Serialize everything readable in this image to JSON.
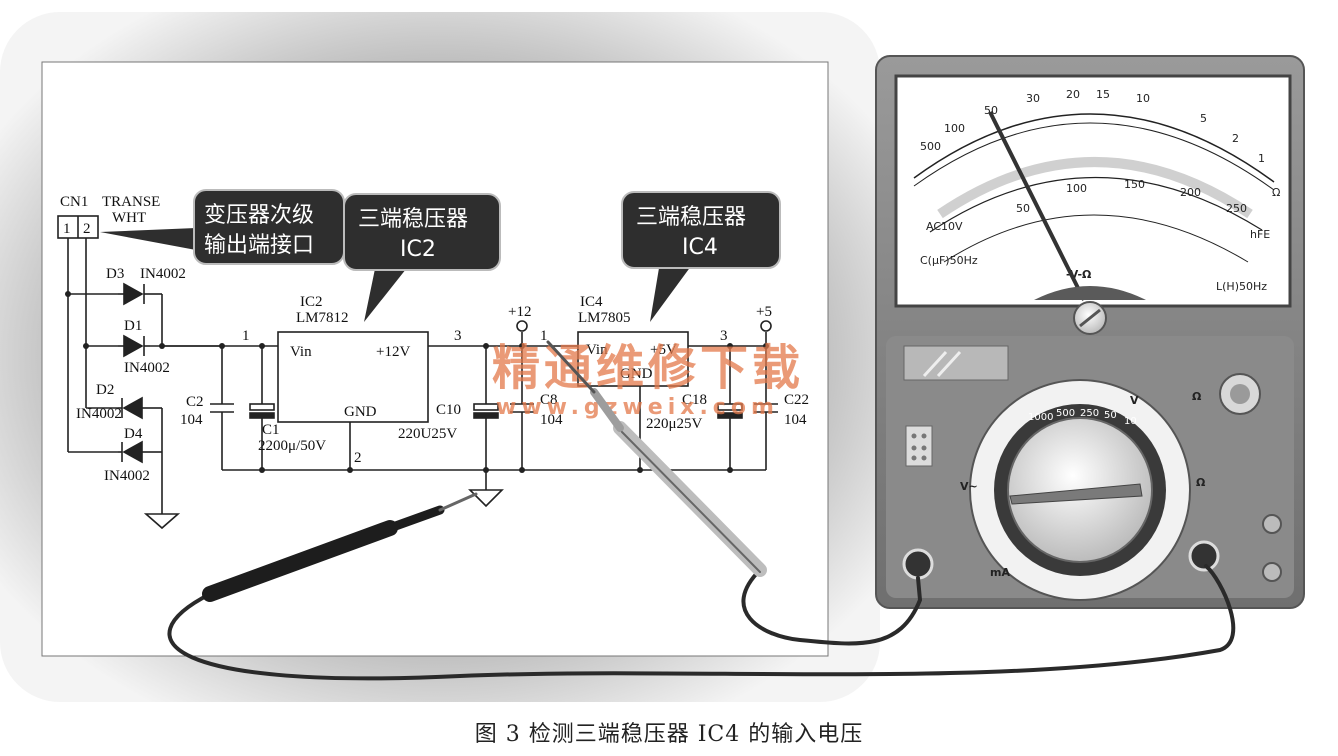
{
  "caption": "图 3 检测三端稳压器 IC4 的输入电压",
  "callouts": {
    "transformer_line1": "变压器次级",
    "transformer_line2": "输出端接口",
    "ic2_line1": "三端稳压器",
    "ic2_line2": "IC2",
    "ic4_line1": "三端稳压器",
    "ic4_line2": "IC4"
  },
  "watermark": {
    "title": "精通维修下载",
    "url": "www.gzweix.com"
  },
  "schematic": {
    "connector": "CN1",
    "connector_name": "TRANSE",
    "connector_sub": "WHT",
    "pin1": "1",
    "pin2": "2",
    "diodes": [
      {
        "ref": "D3",
        "part": "IN4002"
      },
      {
        "ref": "D1",
        "part": "IN4002"
      },
      {
        "ref": "D2",
        "part": "IN4002"
      },
      {
        "ref": "D4",
        "part": "IN4002"
      }
    ],
    "ic2": {
      "ref": "IC2",
      "part": "LM7812",
      "vin": "Vin",
      "out": "+12V",
      "gnd": "GND",
      "pin1": "1",
      "pin3": "3",
      "pin2": "2"
    },
    "ic4": {
      "ref": "IC4",
      "part": "LM7805",
      "vin": "Vin",
      "out": "+5V",
      "gnd": "GND",
      "pin1": "1",
      "pin3": "3"
    },
    "c2": {
      "ref": "C2",
      "value": "104"
    },
    "c1": {
      "ref": "C1",
      "value": "2200μ/50V"
    },
    "c10": {
      "ref": "C10",
      "value": "220U25V"
    },
    "c8": {
      "ref": "C8",
      "value": "104"
    },
    "c18": {
      "ref": "C18",
      "value": "220μ25V"
    },
    "c22": {
      "ref": "C22",
      "value": "104"
    },
    "rail12": "+12",
    "rail5": "+5"
  },
  "meter": {
    "scale_top": [
      "500",
      "100",
      "50",
      "30",
      "20",
      "15",
      "10",
      "5",
      "2",
      "1",
      "Ω"
    ],
    "scale_mid": [
      "50",
      "100",
      "150",
      "200",
      "250"
    ],
    "label_ac": "AC10V",
    "label_c": "C(μF)50Hz",
    "label_l": "L(H)50Hz",
    "label_hfe": "hFE",
    "label_vo": "-V-Ω",
    "dial_ranges": [
      "1000",
      "500",
      "250",
      "50",
      "10"
    ],
    "dial_v": "V",
    "dial_omega": "Ω",
    "dial_ma": "mA",
    "dial_vtilde": "V~",
    "zero_adj": "Ω"
  },
  "colors": {
    "callout_bg": "#2e2e2e",
    "watermark": "#e4794a",
    "meter_body": "#7b7b7b"
  }
}
